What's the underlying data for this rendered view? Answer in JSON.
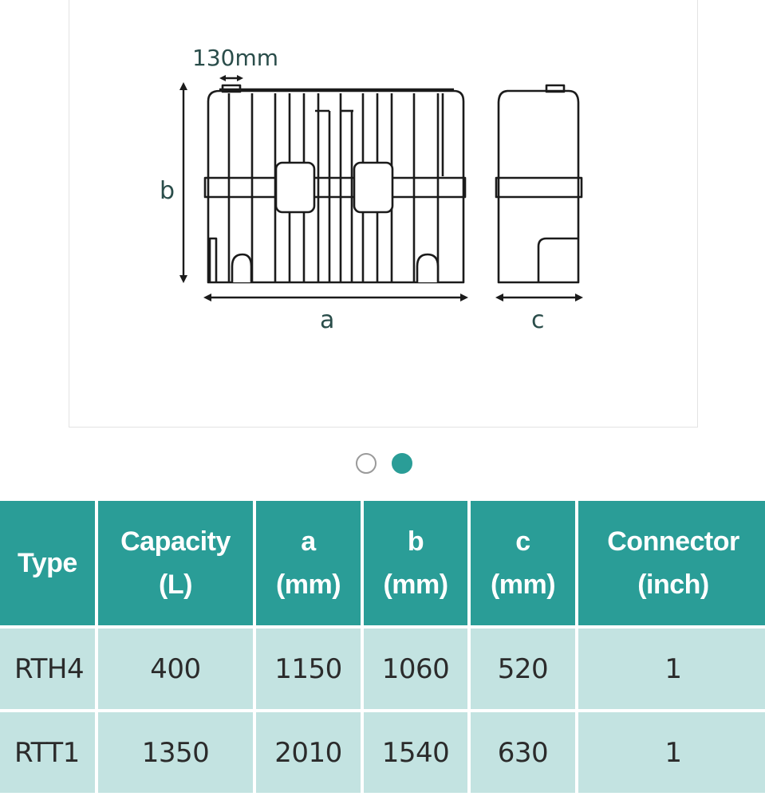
{
  "diagram": {
    "label_offset": "130mm",
    "label_a": "a",
    "label_b": "b",
    "label_c": "c"
  },
  "carousel": {
    "slide_count": 2,
    "active_index": 1
  },
  "table": {
    "headers": [
      {
        "line1": "Type",
        "line2": ""
      },
      {
        "line1": "Capacity",
        "line2": "(L)"
      },
      {
        "line1": "a",
        "line2": "(mm)"
      },
      {
        "line1": "b",
        "line2": "(mm)"
      },
      {
        "line1": "c",
        "line2": "(mm)"
      },
      {
        "line1": "Connector",
        "line2": "(inch)"
      }
    ],
    "rows": [
      [
        "RTH4",
        "400",
        "1150",
        "1060",
        "520",
        "1"
      ],
      [
        "RTT1",
        "1350",
        "2010",
        "1540",
        "630",
        "1"
      ]
    ]
  },
  "colors": {
    "teal": "#2a9d97",
    "teal_light": "#c3e3e1",
    "diagram_ink": "#1b1b1b",
    "dimension_text": "#2a4d4a"
  }
}
